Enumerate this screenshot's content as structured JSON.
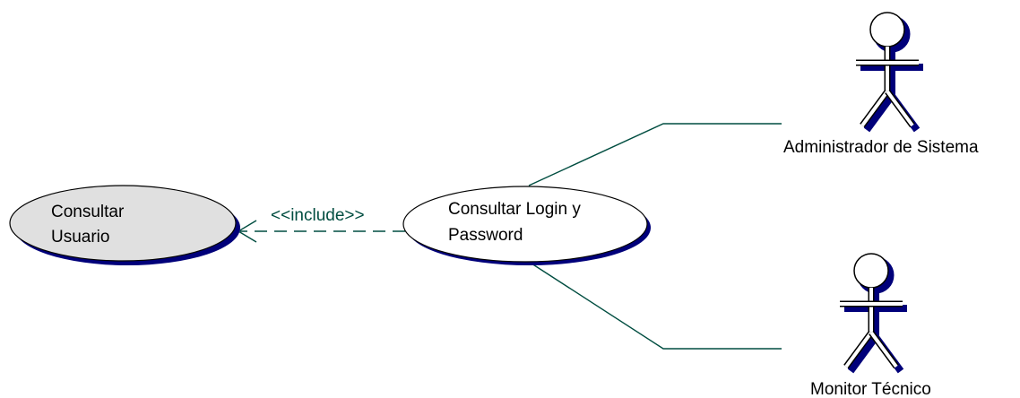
{
  "diagram": {
    "use_cases": [
      {
        "id": "consultar-usuario",
        "lines": [
          "Consultar",
          "Usuario"
        ],
        "fill": "#e0e0e0"
      },
      {
        "id": "consultar-login",
        "lines": [
          "Consultar Login y",
          "Password"
        ],
        "fill": "#ffffff"
      }
    ],
    "actors": [
      {
        "id": "administrador",
        "name": "Administrador de Sistema"
      },
      {
        "id": "monitor",
        "name": "Monitor Técnico"
      }
    ],
    "relationships": [
      {
        "type": "include",
        "label": "<<include>>",
        "from": "consultar-login",
        "to": "consultar-usuario"
      },
      {
        "type": "association",
        "from": "consultar-login",
        "to": "administrador"
      },
      {
        "type": "association",
        "from": "consultar-login",
        "to": "monitor"
      }
    ],
    "colors": {
      "shadow": "#00007a",
      "line": "#004d40",
      "outline": "#000000"
    }
  }
}
